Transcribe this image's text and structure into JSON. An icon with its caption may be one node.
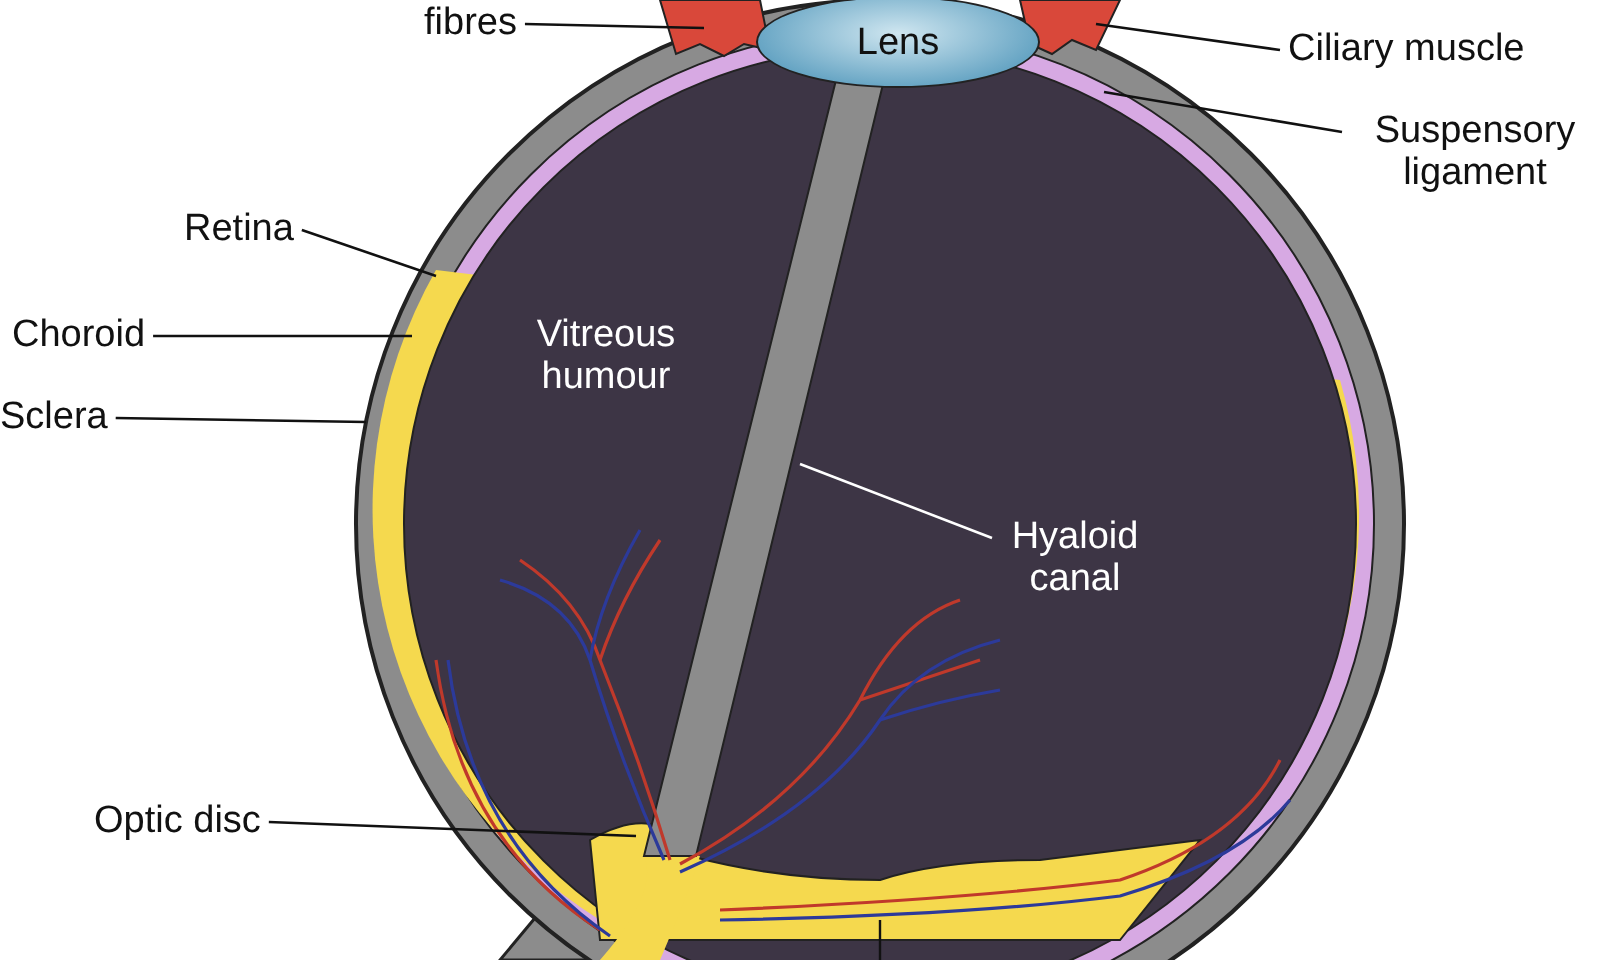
{
  "diagram": {
    "nodes": [
      {
        "text": [
          "fibres"
        ]
      },
      {
        "text": [
          "Lens"
        ]
      },
      {
        "text": [
          "Ciliary muscle"
        ]
      },
      {
        "text": [
          "Suspensory ligament"
        ]
      },
      {
        "text": [
          "Retina"
        ]
      },
      {
        "text": [
          "Choroid"
        ]
      },
      {
        "text": [
          "Sclera"
        ]
      },
      {
        "text": [
          "Vitreous humour"
        ]
      },
      {
        "text": [
          "Hyaloid canal"
        ]
      },
      {
        "text": [
          "Optic disc"
        ]
      }
    ],
    "edges": [
      {
        "from": 0,
        "to": null,
        "arrow": "none"
      },
      {
        "from": 2,
        "to": null,
        "arrow": "none"
      },
      {
        "from": 3,
        "to": null,
        "arrow": "none"
      },
      {
        "from": 4,
        "to": null,
        "arrow": "none"
      },
      {
        "from": 5,
        "to": null,
        "arrow": "none"
      },
      {
        "from": 6,
        "to": null,
        "arrow": "none"
      },
      {
        "from": 8,
        "to": null,
        "arrow": "none",
        "color": "#ffffff"
      },
      {
        "from": 9,
        "to": null,
        "arrow": "none"
      }
    ]
  }
}
